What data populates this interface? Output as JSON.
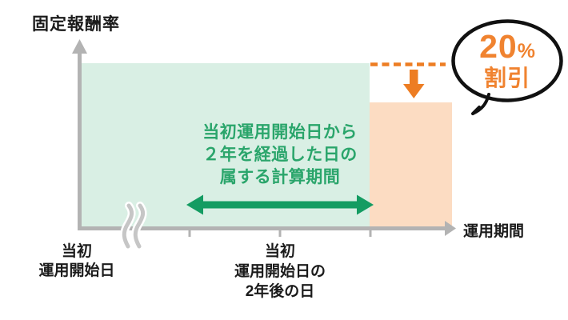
{
  "title": "固定報酬率",
  "x_axis": {
    "label": "運用期間",
    "tick_labels": {
      "start": [
        "当初",
        "運用開始日"
      ],
      "two_years_after": [
        "当初",
        "運用開始日の",
        "2年後の日"
      ]
    }
  },
  "annotation": {
    "lines": [
      "当初運用開始日から",
      "２年を経過した日の",
      "属する計算期間"
    ]
  },
  "bubble": {
    "value": "20",
    "unit": "%",
    "label": "割引"
  },
  "colors": {
    "standard_area": "#d9efe4",
    "discount_area": "#fcdcc2",
    "accent_orange": "#ed7d23",
    "bubble_orange": "#f08330",
    "annotation_green": "#2aa56b",
    "arrow_green": "#149c62",
    "axis_gray": "#b3b3b3",
    "break_gray": "#c6c6c6",
    "bubble_outline": "#111111",
    "white": "#ffffff"
  }
}
